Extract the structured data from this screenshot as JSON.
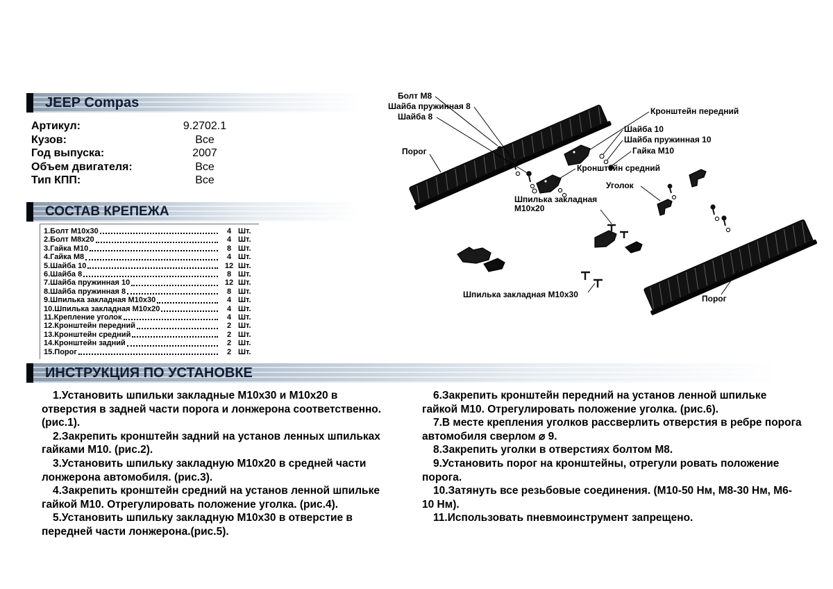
{
  "header": {
    "title": "JEEP Compas"
  },
  "specs": {
    "rows": [
      {
        "label": "Артикул:",
        "value": "9.2702.1"
      },
      {
        "label": "Кузов:",
        "value": "Все"
      },
      {
        "label": "Год выпуска:",
        "value": "2007"
      },
      {
        "label": "Объем двигателя:",
        "value": "Все"
      },
      {
        "label": "Тип КПП:",
        "value": "Все"
      }
    ]
  },
  "parts": {
    "title": "СОСТАВ КРЕПЕЖА",
    "items": [
      {
        "name": "1.Болт М10х30",
        "qty": "4",
        "unit": "Шт."
      },
      {
        "name": "2.Болт М8х20",
        "qty": "4",
        "unit": "Шт."
      },
      {
        "name": "3.Гайка М10",
        "qty": "8",
        "unit": "Шт."
      },
      {
        "name": "4.Гайка М8",
        "qty": "4",
        "unit": "Шт."
      },
      {
        "name": "5.Шайба 10",
        "qty": "12",
        "unit": "Шт."
      },
      {
        "name": "6.Шайба 8",
        "qty": "8",
        "unit": "Шт."
      },
      {
        "name": "7.Шайба пружинная 10",
        "qty": "12",
        "unit": "Шт."
      },
      {
        "name": "8.Шайба пружинная 8",
        "qty": "8",
        "unit": "Шт."
      },
      {
        "name": "9.Шпилька закладная М10х30",
        "qty": "4",
        "unit": "Шт."
      },
      {
        "name": "10.Шпилька закладная М10х20",
        "qty": "4",
        "unit": "Шт."
      },
      {
        "name": "11.Крепление уголок",
        "qty": "4",
        "unit": "Шт."
      },
      {
        "name": "12.Кронштейн передний",
        "qty": "2",
        "unit": "Шт."
      },
      {
        "name": "13.Кронштейн средний",
        "qty": "2",
        "unit": "Шт."
      },
      {
        "name": "14.Кронштейн задний",
        "qty": "2",
        "unit": "Шт."
      },
      {
        "name": "15.Порог",
        "qty": "2",
        "unit": "Шт."
      }
    ]
  },
  "diagram": {
    "labels": [
      {
        "text": "Болт М8"
      },
      {
        "text": "Шайба пружинная 8"
      },
      {
        "text": "Шайба 8"
      },
      {
        "text": "Кронштейн передний"
      },
      {
        "text": "Шайба 10"
      },
      {
        "text": "Шайба пружинная 10"
      },
      {
        "text": "Гайка М10"
      },
      {
        "text": "Порог"
      },
      {
        "text": "Кронштейн средний"
      },
      {
        "text": "Уголок"
      },
      {
        "text": "Шпилька закладная М10х20"
      },
      {
        "text": "Шпилька закладная М10х30"
      },
      {
        "text": "Порог"
      }
    ]
  },
  "instructions": {
    "title": "ИНСТРУКЦИЯ ПО УСТАНОВКЕ",
    "left": [
      "1.Установить шпильки закладные М10х30 и М10х20 в отверстия в задней части порога и лонжерона соответственно. (рис.1).",
      "2.Закрепить кронштейн задний на установ ленных шпильках гайками М10. (рис.2).",
      "3.Установить шпильку закладную М10х20 в средней части лонжерона автомобиля. (рис.3).",
      "4.Закрепить кронштейн средний на установ ленной шпильке гайкой М10. Отрегулировать положение уголка. (рис.4).",
      "5.Установить шпильку закладную М10х30 в отверстие в передней части лонжерона.(рис.5)."
    ],
    "right": [
      "6.Закрепить кронштейн передний на установ ленной шпильке гайкой М10. Отрегулировать положение уголка. (рис.6).",
      "7.В месте крепления уголков рассверлить отверстия в ребре порога автомобиля сверлом ⌀ 9.",
      "8.Закрепить уголки в отверстиях болтом М8.",
      "9.Установить порог на кронштейны, отрегули ровать положение порога.",
      "10.Затянуть все резьбовые соединения. (М10-50 Нм, М8-30 Нм, М6-10 Нм).",
      "11.Использовать пневмоинструмент запрещено."
    ]
  }
}
